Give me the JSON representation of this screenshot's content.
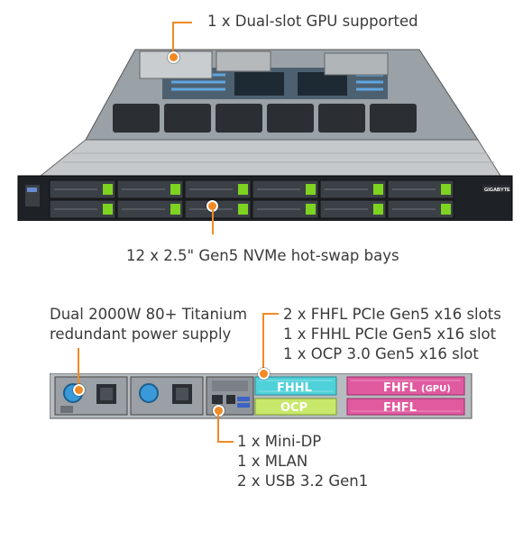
{
  "callouts": {
    "gpu": "1 x Dual-slot GPU supported",
    "bays": "12 x 2.5\" Gen5 NVMe hot-swap bays",
    "psu_line1": "Dual 2000W 80+ Titanium",
    "psu_line2": "redundant power supply",
    "pcie_line1": "2 x FHFL PCIe Gen5 x16 slots",
    "pcie_line2": "1 x FHHL PCIe Gen5 x16 slot",
    "pcie_line3": "1 x OCP 3.0 Gen5 x16 slot",
    "io_line1": "1 x Mini-DP",
    "io_line2": "1 x MLAN",
    "io_line3": "2 x USB 3.2 Gen1"
  },
  "front_panel": {
    "brand": "GIGABYTE",
    "drive_bays": 12
  },
  "rear_panel": {
    "slots": {
      "fhhl": "FHHL",
      "ocp": "OCP",
      "fhfl_gpu": "FHFL",
      "fhfl_gpu_sub": "(GPU)",
      "fhfl": "FHFL"
    }
  },
  "colors": {
    "accent": "#f08a24",
    "drive_latch": "#7ed321",
    "fhhl_slot": "#4fd1d9",
    "ocp_slot": "#c7e86a",
    "fhfl_slot": "#e05aa0",
    "psu_handle": "#3a9ad9"
  },
  "icons": [
    "server-chassis-front",
    "server-chassis-rear",
    "power-supply",
    "drive-bay"
  ]
}
